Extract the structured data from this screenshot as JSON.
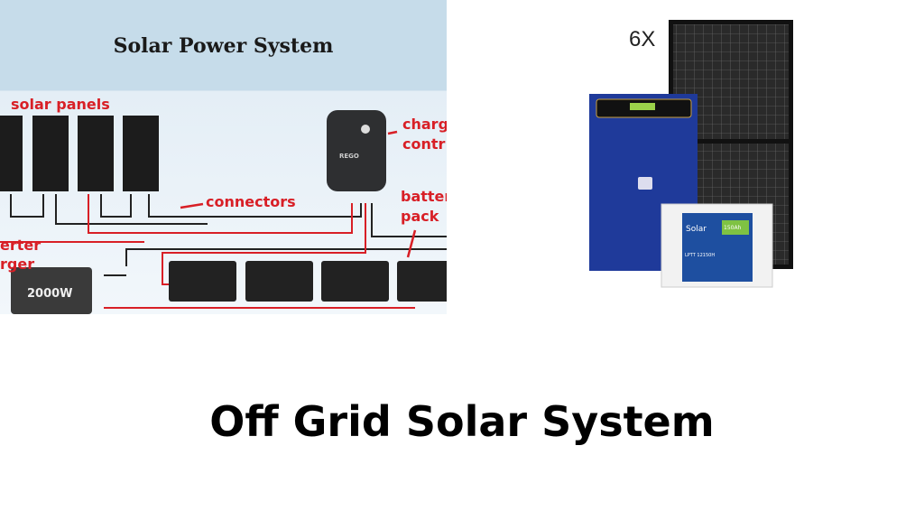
{
  "diagram": {
    "title": "Solar Power System",
    "labels": {
      "solar_panels": "solar panels",
      "charge_controller": "charg\ncontr",
      "charge_line1": "charg",
      "charge_line2": "contr",
      "connectors": "connectors",
      "battery_line1": "batter",
      "battery_line2": "pack",
      "inverter_line1": "erter",
      "inverter_line2": "rger",
      "inverter_rating": "2000W",
      "controller_brand": "REGO"
    }
  },
  "product": {
    "quantity_label": "6X",
    "battery_brand": "Solar",
    "battery_capacity": "150Ah",
    "battery_model": "LPTT 12150H"
  },
  "main_title": "Off Grid Solar System"
}
